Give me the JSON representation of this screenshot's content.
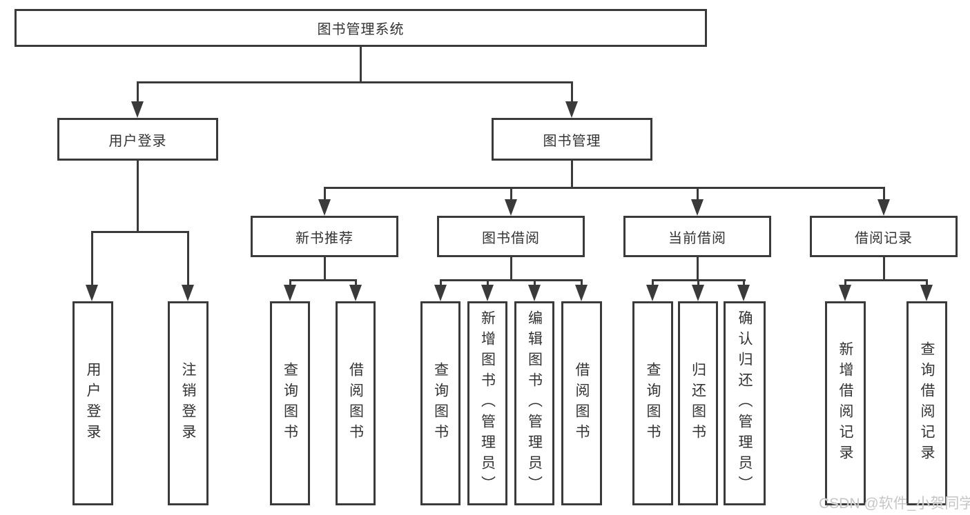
{
  "colors": {
    "line_color": "#3a3a3a",
    "text_color": "#333333",
    "watermark_color": "#c6c6c6",
    "background": "#ffffff"
  },
  "tree": {
    "root": {
      "label": "图书管理系统"
    },
    "level2": [
      {
        "label": "用户登录"
      },
      {
        "label": "图书管理"
      }
    ],
    "level3": [
      {
        "label": "新书推荐"
      },
      {
        "label": "图书借阅"
      },
      {
        "label": "当前借阅"
      },
      {
        "label": "借阅记录"
      }
    ],
    "leaves": {
      "user_login": [
        {
          "label": "用户登录"
        },
        {
          "label": "注销登录"
        }
      ],
      "new_book": [
        {
          "label": "查询图书"
        },
        {
          "label": "借阅图书"
        }
      ],
      "book_borrow": [
        {
          "label": "查询图书"
        },
        {
          "label": "新增图书（管理员）"
        },
        {
          "label": "编辑图书（管理员）"
        },
        {
          "label": "借阅图书"
        }
      ],
      "current_borrow": [
        {
          "label": "查询图书"
        },
        {
          "label": "归还图书"
        },
        {
          "label": "确认归还（管理员）"
        }
      ],
      "borrow_records": [
        {
          "label": "新增借阅记录"
        },
        {
          "label": "查询借阅记录"
        }
      ]
    }
  },
  "watermark": {
    "text": "CSDN @软件_小贺同学"
  }
}
